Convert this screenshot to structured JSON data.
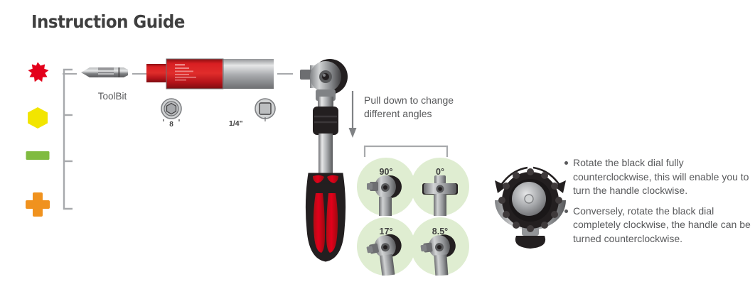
{
  "page": {
    "title": "Instruction Guide",
    "background_color": "#ffffff",
    "text_color": "#58595b"
  },
  "bits": {
    "group_label": "bit-types",
    "items": [
      {
        "name": "torx-star-bit",
        "shape": "six-point-star",
        "color": "#e3001b"
      },
      {
        "name": "hex-bit",
        "shape": "hexagon",
        "color": "#f2e500"
      },
      {
        "name": "slotted-flat-bit",
        "shape": "bar",
        "color": "#80bb40"
      },
      {
        "name": "phillips-cross-bit",
        "shape": "cross",
        "color": "#f0921e"
      }
    ]
  },
  "toolbit": {
    "label": "ToolBit"
  },
  "sockets": {
    "hex": {
      "label": "8",
      "description": "hex-socket-8mm"
    },
    "square": {
      "label": "1/4\"",
      "description": "square-drive-quarter-inch"
    }
  },
  "tool_body": {
    "color_primary": "#cc1517",
    "color_secondary": "#a6a8ab"
  },
  "screwdriver": {
    "handle_color": "#231f20",
    "grip_color": "#e3001b",
    "shaft_color": "#9b9da0"
  },
  "pulldown": {
    "text": "Pull down to change different angles",
    "arrow": "down-arrow"
  },
  "angles": {
    "disc_color": "#dfedd1",
    "items": [
      {
        "label": "90°",
        "name": "angle-option-90"
      },
      {
        "label": "0°",
        "name": "angle-option-0"
      },
      {
        "label": "17°",
        "name": "angle-option-17"
      },
      {
        "label": "8.5°",
        "name": "angle-option-8-5"
      }
    ]
  },
  "dial": {
    "name": "black-knurled-dial",
    "color": "#231f20",
    "rotation": "bidirectional"
  },
  "instructions": {
    "bullets": [
      "Rotate the black dial fully counterclockwise, this will enable you to turn the handle clockwise.",
      "Conversely, rotate the black dial completely clockwise, the handle can be turned counterclockwise."
    ]
  }
}
